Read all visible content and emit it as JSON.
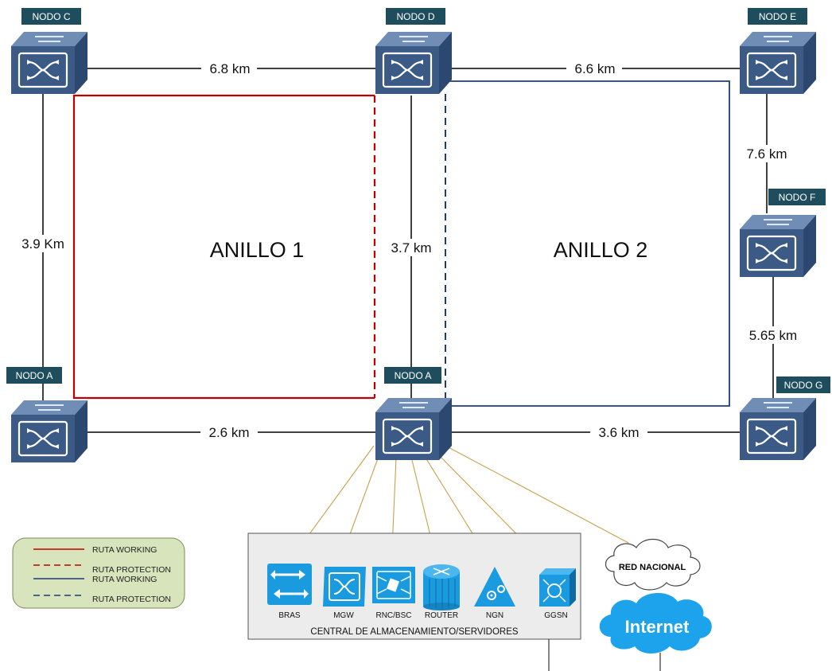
{
  "nodes": {
    "c": "NODO C",
    "d": "NODO D",
    "e": "NODO E",
    "f": "NODO F",
    "g": "NODO G",
    "a_left": "NODO A",
    "a_center": "NODO A"
  },
  "links": {
    "c_d": "6.8 km",
    "d_e": "6.6 km",
    "e_f": "7.6 km",
    "f_g": "5.65 km",
    "c_a_left": "3.9 Km",
    "d_a_center": "3.7 km",
    "a_left_a_center": "2.6 km",
    "a_center_g": "3.6 km"
  },
  "rings": {
    "ring1": "ANILLO 1",
    "ring2": "ANILLO 2"
  },
  "legend": {
    "items": [
      "RUTA WORKING",
      "RUTA PROTECTION",
      "RUTA WORKING",
      "RUTA PROTECTION"
    ]
  },
  "central": {
    "title": "CENTRAL DE  ALMACENAMIENTO/SERVIDORES",
    "devices": [
      "BRAS",
      "MGW",
      "RNC/BSC",
      "ROUTER",
      "NGN",
      "GGSN"
    ]
  },
  "clouds": {
    "red_nacional": "RED NACIONAL",
    "internet": "Internet"
  },
  "colors": {
    "working_ring1": "#c00000",
    "protection_ring1": "#c00000",
    "working_ring2": "#1f3a7a",
    "protection_ring2": "#1f3a7a",
    "node_tag": "#1e4e5e",
    "switch_body": "#3b5a86",
    "service_icon": "#1a9be0",
    "tributary_line": "#c8a04a",
    "legend_fill": "#d8e4bc",
    "central_fill": "#ececec"
  }
}
